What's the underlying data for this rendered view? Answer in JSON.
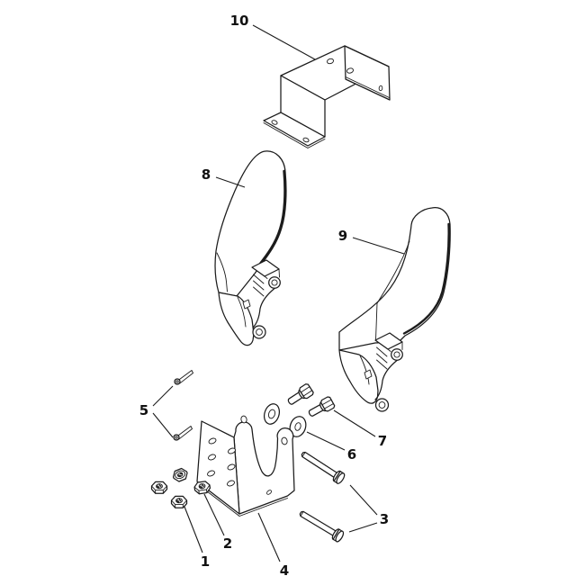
{
  "diagram": {
    "type": "exploded-parts-diagram",
    "background_color": "#ffffff",
    "line_color": "#1b1b1b",
    "label_color": "#111111",
    "callouts": [
      {
        "label": "1",
        "part": "locking-hex-nut"
      },
      {
        "label": "2",
        "part": "hex-nut-on-bracket"
      },
      {
        "label": "3",
        "part": "clevis-pin"
      },
      {
        "label": "4",
        "part": "pivot-bracket"
      },
      {
        "label": "5",
        "part": "cotter-pin"
      },
      {
        "label": "6",
        "part": "flat-washer"
      },
      {
        "label": "7",
        "part": "hex-flange-bolt"
      },
      {
        "label": "8",
        "part": "left-control-lever"
      },
      {
        "label": "9",
        "part": "right-control-lever"
      },
      {
        "label": "10",
        "part": "top-mounting-bracket"
      }
    ]
  }
}
